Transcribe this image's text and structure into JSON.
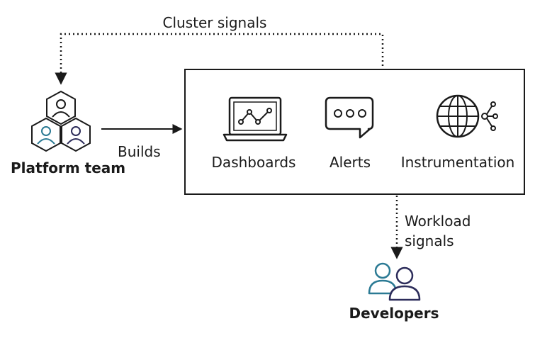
{
  "edges": {
    "cluster_signals": "Cluster signals",
    "builds": "Builds",
    "workload_signals": "Workload signals"
  },
  "nodes": {
    "platform_team": "Platform team",
    "developers": "Developers"
  },
  "tools": [
    {
      "label": "Dashboards",
      "icon": "dashboard-laptop-icon"
    },
    {
      "label": "Alerts",
      "icon": "chat-bubble-icon"
    },
    {
      "label": "Instrumentation",
      "icon": "globe-network-icon"
    }
  ],
  "colors": {
    "line": "#1a1a1a",
    "accent_teal": "#2b7a94",
    "accent_navy": "#2c2c5a"
  }
}
